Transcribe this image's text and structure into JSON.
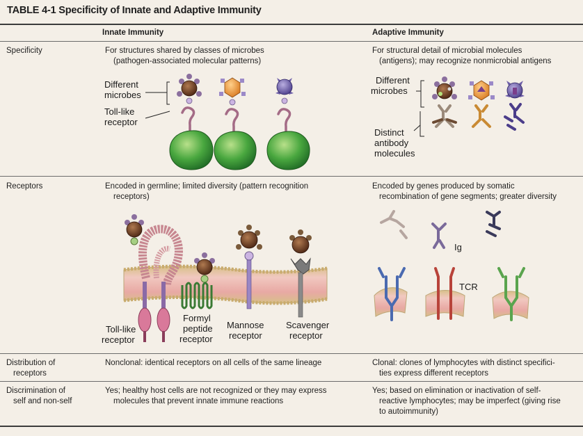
{
  "title": "TABLE 4-1    Specificity of Innate and Adaptive Immunity",
  "columns": {
    "innate": "Innate Immunity",
    "adaptive": "Adaptive Immunity"
  },
  "rows": {
    "specificity": {
      "label": "Specificity",
      "innate": [
        "For structures shared by classes of microbes",
        "(pathogen-associated molecular patterns)"
      ],
      "adaptive": [
        "For structural detail of microbial molecules",
        "(antigens); may recognize nonmicrobial antigens"
      ]
    },
    "receptors": {
      "label": "Receptors",
      "innate": [
        "Encoded in germline; limited diversity (pattern recognition",
        "receptors)"
      ],
      "adaptive": [
        "Encoded by genes produced by somatic",
        "recombination of gene segments; greater diversity"
      ]
    },
    "distribution": {
      "label": [
        "Distribution of",
        "receptors"
      ],
      "innate": [
        "Nonclonal: identical receptors on all cells of the same lineage"
      ],
      "adaptive": [
        "Clonal: clones of lymphocytes with distinct specifici-",
        "ties express different receptors"
      ]
    },
    "discrimination": {
      "label": [
        "Discrimination of",
        "self and non-self"
      ],
      "innate": [
        "Yes; healthy host cells are not recognized or they may express",
        "molecules that prevent innate immune reactions"
      ],
      "adaptive": [
        "Yes; based on elimination or inactivation of self-",
        "reactive lymphocytes; may be imperfect (giving rise",
        "to autoimmunity)"
      ]
    }
  },
  "figure_labels": {
    "innate_specificity": {
      "microbes": [
        "Different",
        "microbes"
      ],
      "receptor": [
        "Toll-like",
        "receptor"
      ]
    },
    "adaptive_specificity": {
      "microbes": [
        "Different",
        "microbes"
      ],
      "antibodies": [
        "Distinct",
        "antibody",
        "molecules"
      ]
    },
    "innate_receptors": {
      "toll": [
        "Toll-like",
        "receptor"
      ],
      "formyl": [
        "Formyl",
        "peptide",
        "receptor"
      ],
      "mannose": [
        "Mannose",
        "receptor"
      ],
      "scavenger": [
        "Scavenger",
        "receptor"
      ]
    },
    "adaptive_receptors": {
      "ig": "Ig",
      "tcr": "TCR"
    }
  },
  "colors": {
    "rule": "#3b3b3b",
    "cell_green": "#3f9a3a",
    "microbe_brown": "#6b3a22",
    "microbe_orange": "#e89a38",
    "microbe_purple": "#6e5fa8",
    "membrane_pink": "#e9b8b0",
    "membrane_tan": "#cdb98a",
    "receptor_pink": "#d9799a"
  }
}
